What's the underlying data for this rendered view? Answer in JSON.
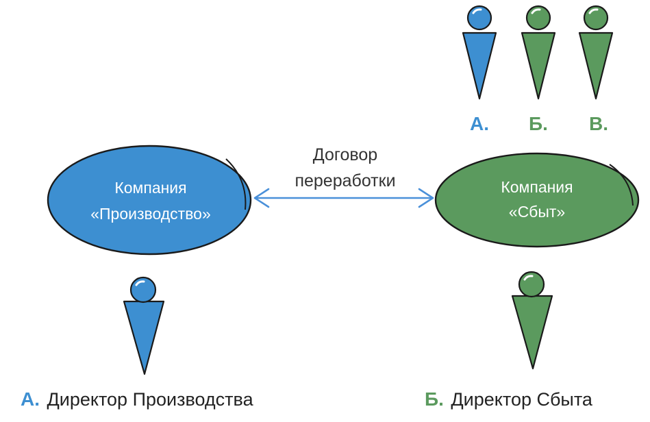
{
  "colors": {
    "blue": "#3d8fd1",
    "green": "#5b9a5e",
    "outline": "#1a1a1a",
    "arrow": "#4a90d9"
  },
  "top_people": [
    {
      "letter": "А.",
      "color": "blue"
    },
    {
      "letter": "Б.",
      "color": "green"
    },
    {
      "letter": "В.",
      "color": "green"
    }
  ],
  "production_company": {
    "line1": "Компания",
    "line2": "«Производство»"
  },
  "sales_company": {
    "line1": "Компания",
    "line2": "«Сбыт»"
  },
  "contract": {
    "line1": "Договор",
    "line2": "переработки"
  },
  "production_director": {
    "letter": "А.",
    "name": "Директор Производства"
  },
  "sales_director": {
    "letter": "Б.",
    "name": "Директор Сбыта"
  }
}
